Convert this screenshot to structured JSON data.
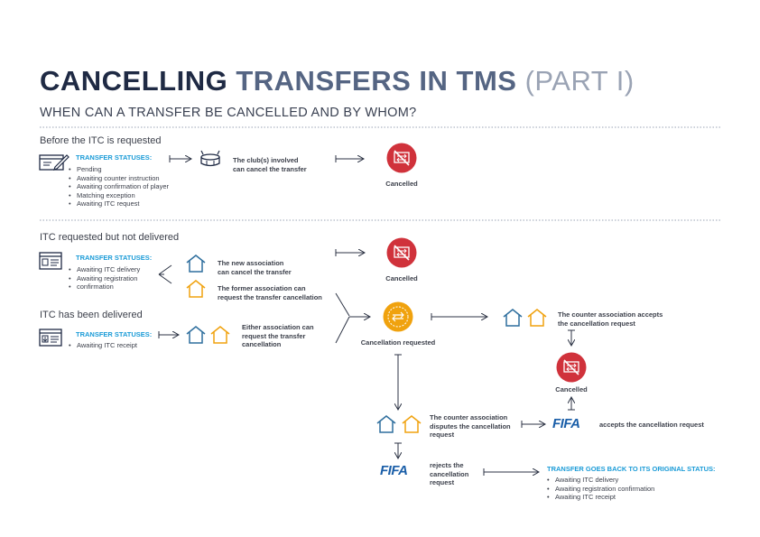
{
  "title": {
    "part1": "CANCELLING",
    "part2": "TRANSFERS IN TMS",
    "part3": "(PART I)"
  },
  "subtitle": "WHEN CAN A TRANSFER BE CANCELLED AND BY WHOM?",
  "sections": {
    "before_itc": "Before the ITC is requested",
    "itc_requested": "ITC requested but not delivered",
    "itc_delivered": "ITC has been delivered"
  },
  "statuses_label": "TRANSFER STATUSES:",
  "before_statuses": [
    "Pending",
    "Awaiting counter instruction",
    "Awaiting confirmation of player",
    "Matching exception",
    "Awaiting ITC request"
  ],
  "requested_statuses": [
    "Awaiting ITC delivery",
    "Awaiting registration",
    "confirmation"
  ],
  "delivered_statuses": [
    "Awaiting ITC receipt"
  ],
  "notes": {
    "clubs_line1": "The club(s) involved",
    "clubs_line2": "can cancel the transfer",
    "new_assoc_line1": "The new association",
    "new_assoc_line2": "can cancel the transfer",
    "former_assoc_line1": "The former association can",
    "former_assoc_line2": "request the transfer cancellation",
    "either_line1": "Either association can",
    "either_line2": "request the transfer",
    "either_line3": "cancellation",
    "accepts_line1": "The counter association accepts",
    "accepts_line2": "the cancellation request",
    "disputes_line1": "The counter association",
    "disputes_line2": "disputes the cancellation",
    "disputes_line3": "request",
    "fifa_accepts": "accepts the cancellation request",
    "rejects_line1": "rejects the",
    "rejects_line2": "cancellation",
    "rejects_line3": "request"
  },
  "status_labels": {
    "cancelled": "Cancelled",
    "cancellation_requested": "Cancellation requested"
  },
  "fifa_logo": "FIFA",
  "original_status": {
    "heading": "TRANSFER GOES BACK TO ITS ORIGINAL STATUS:",
    "items": [
      "Awaiting ITC delivery",
      "Awaiting registration confirmation",
      "Awaiting ITC receipt"
    ]
  },
  "colors": {
    "navy": "#1f2a44",
    "blue": "#1a9bd7",
    "red": "#d0323b",
    "orange": "#f0a20e",
    "house_blue": "#2f6f9e",
    "house_orange": "#f0a20e"
  }
}
